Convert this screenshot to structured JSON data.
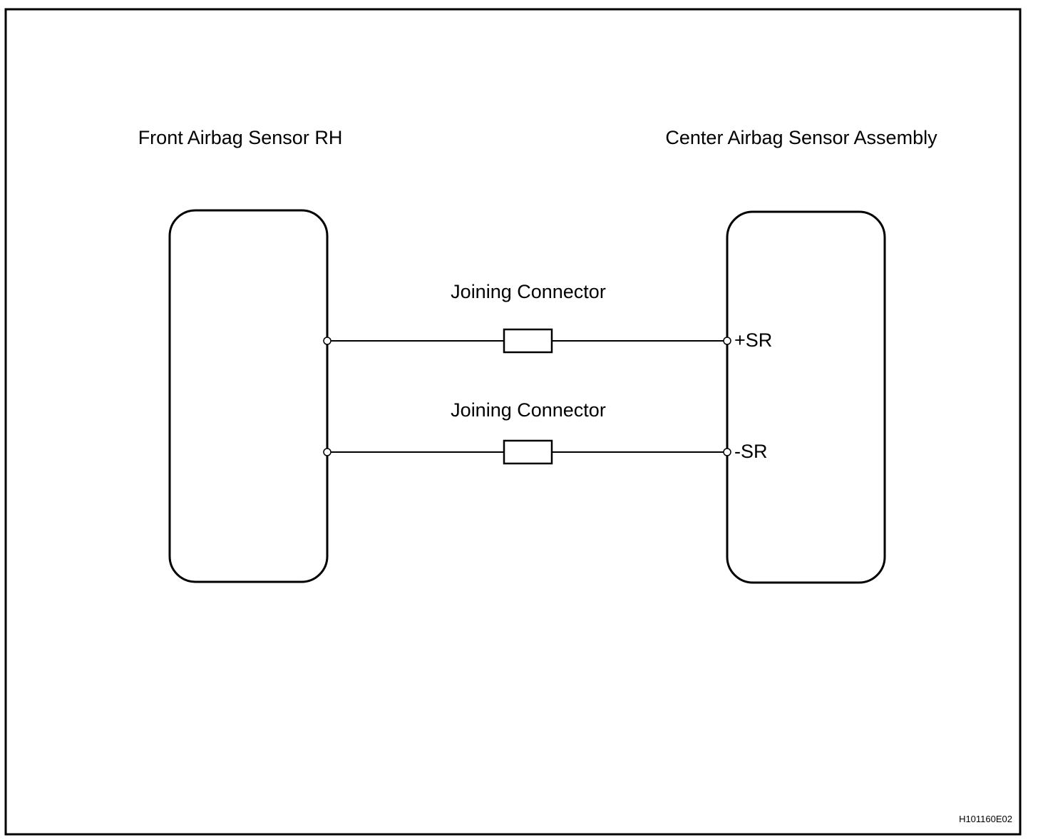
{
  "components": {
    "left_label": "Front Airbag Sensor RH",
    "right_label": "Center Airbag Sensor Assembly"
  },
  "circuits": [
    {
      "connector_label": "Joining Connector",
      "pin_label": "+SR"
    },
    {
      "connector_label": "Joining Connector",
      "pin_label": "-SR"
    }
  ],
  "figure_id": "H101160E02"
}
